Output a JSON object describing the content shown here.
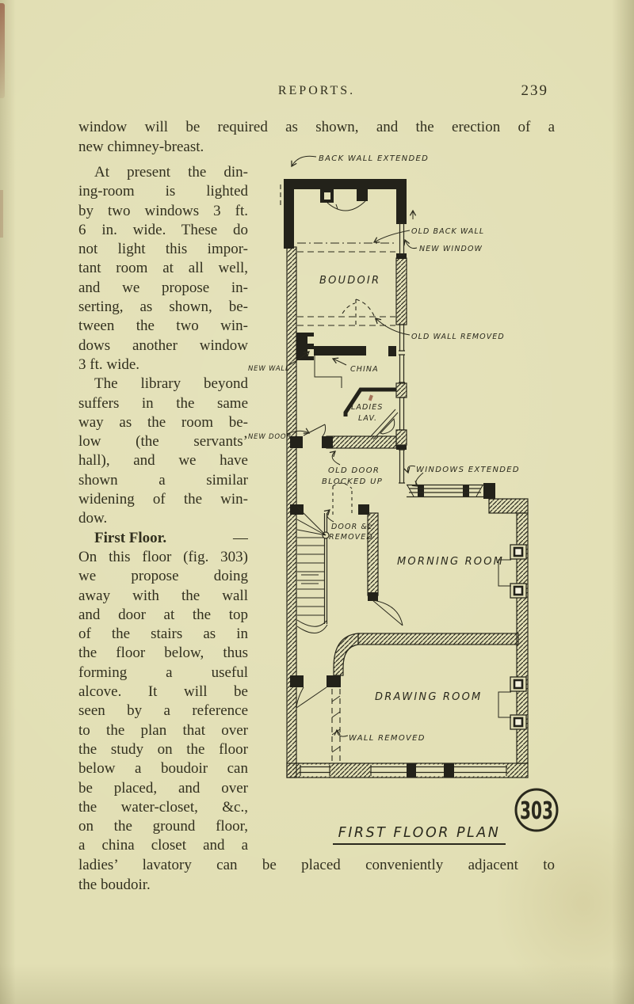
{
  "header": {
    "title": "REPORTS.",
    "page_number": "239"
  },
  "text": {
    "intro": [
      "window will be required as shown, and the erection of a",
      "new chimney-breast."
    ],
    "p1": [
      "At present the din-",
      "ing-room is lighted",
      "by two windows 3 ft.",
      "6 in. wide. These do",
      "not light this impor-",
      "tant room at all well,",
      "and we propose in-",
      "serting, as shown, be-",
      "tween the two win-",
      "dows another window",
      "3 ft. wide."
    ],
    "p2": [
      "The library beyond",
      "suffers in the same",
      "way as the room be-",
      "low (the servants’",
      "hall), and we have",
      "shown a similar",
      "widening of the win-",
      "dow."
    ],
    "p3_lead_bold": "First Floor.",
    "p3_lead_dash": "—",
    "p3": [
      "On this floor (fig. 303)",
      "we propose doing",
      "away with the wall",
      "and door at the top",
      "of the stairs as in",
      "the floor below, thus",
      "forming a useful",
      "alcove. It will be",
      "seen by a reference",
      "to the plan that over",
      "the study on the floor",
      "below a boudoir can",
      "be placed, and over",
      "the water-closet, &c.,",
      "on the ground floor,",
      "a china closet and a"
    ],
    "closing": [
      "ladies’ lavatory can be placed conveniently adjacent to",
      "the boudoir."
    ]
  },
  "figure": {
    "labels": {
      "back_wall_extended": "BACK WALL EXTENDED",
      "old_back_wall": "OLD BACK WALL",
      "new_window": "NEW WINDOW",
      "boudoir": "BOUDOIR",
      "old_wall_removed": "OLD WALL REMOVED",
      "new_wall": "NEW WALL",
      "china": "CHINA",
      "ladies_1": "LADIES",
      "ladies_2": "LAV.",
      "new_door": "NEW DOOR",
      "old_door_1": "OLD DOOR",
      "old_door_2": "BLOCKED UP",
      "door_removed_1": "DOOR &c",
      "door_removed_2": "REMOVED",
      "windows_extended": "WINDOWS EXTENDED",
      "morning_room": "MORNING ROOM",
      "drawing_room": "DRAWING ROOM",
      "wall_removed": "WALL REMOVED",
      "caption": "FIRST FLOOR PLAN",
      "number": "303"
    }
  },
  "colors": {
    "paper": "#e2dfb4",
    "ink": "#32301f"
  }
}
